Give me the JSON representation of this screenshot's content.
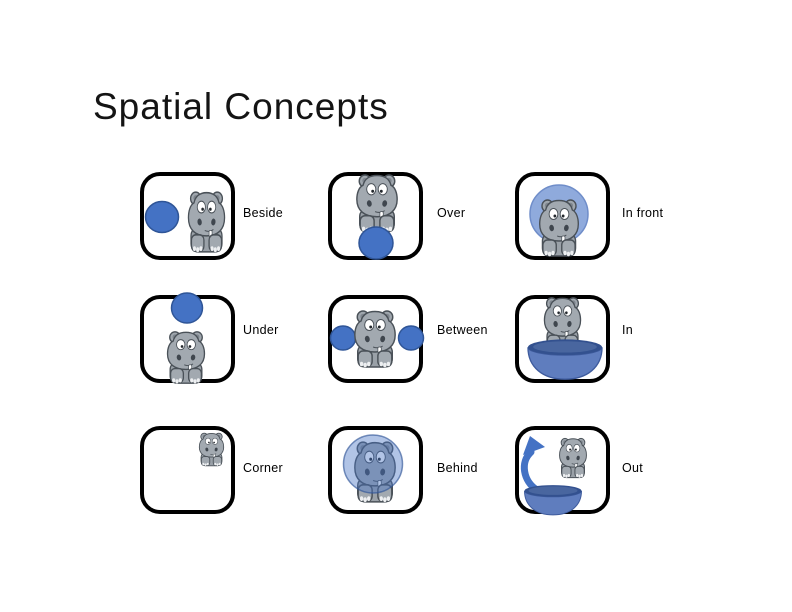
{
  "slide": {
    "title": "Spatial Concepts"
  },
  "colors": {
    "background": "#FFFFFF",
    "text": "#000000",
    "frame_border": "#000000",
    "ball_fill": "#4472C4",
    "ball_stroke": "#2F5597",
    "front_circle_fill": "#8FAADC",
    "front_circle_stroke": "#6F8DC9",
    "overlay_circle": "#4472C4",
    "bowl_fill": "#5F7DBE",
    "bowl_rim": "#33518F",
    "arrow": "#4472C4",
    "hippo_gray": "#A2A9B0"
  },
  "cells": [
    {
      "id": "beside",
      "label": "Beside"
    },
    {
      "id": "over",
      "label": "Over"
    },
    {
      "id": "in-front",
      "label": "In front"
    },
    {
      "id": "under",
      "label": "Under"
    },
    {
      "id": "between",
      "label": "Between"
    },
    {
      "id": "in",
      "label": "In"
    },
    {
      "id": "corner",
      "label": "Corner"
    },
    {
      "id": "behind",
      "label": "Behind"
    },
    {
      "id": "out",
      "label": "Out"
    }
  ]
}
